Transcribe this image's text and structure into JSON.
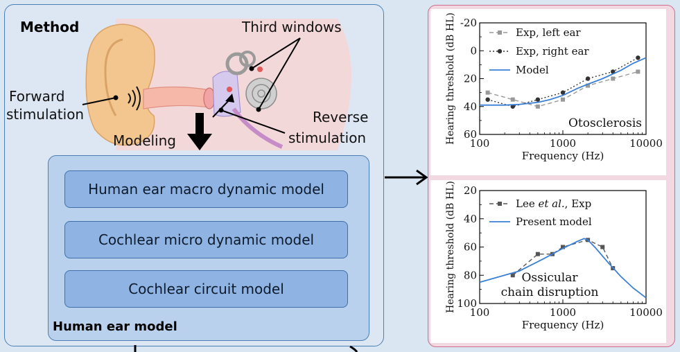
{
  "method": {
    "title": "Method",
    "labels": {
      "third_windows": "Third windows",
      "forward_line1": "Forward",
      "forward_line2": "stimulation",
      "reverse_line1": "Reverse",
      "reverse_line2": "stimulation",
      "modeling": "Modeling"
    },
    "model": {
      "items": [
        "Human ear macro dynamic model",
        "Cochlear micro dynamic model",
        "Cochlear circuit model"
      ],
      "caption": "Human ear model"
    }
  },
  "chart_data": [
    {
      "type": "line",
      "xscale": "log",
      "xlim": [
        100,
        10000
      ],
      "ylim": [
        60,
        -20
      ],
      "xticks": [
        100,
        1000,
        10000
      ],
      "yticks": [
        -20,
        0,
        20,
        40,
        60
      ],
      "xlabel": "Frequency (Hz)",
      "ylabel": "Hearing threshold (dB HL)",
      "annotation": [
        "Otosclerosis"
      ],
      "legend": "top-left",
      "series": [
        {
          "name": "Exp, left ear",
          "style": "dashed",
          "marker": "square",
          "color": "#999999",
          "x": [
            125,
            250,
            500,
            1000,
            2000,
            4000,
            8000
          ],
          "y": [
            30,
            35,
            40,
            35,
            25,
            20,
            15
          ]
        },
        {
          "name": "Exp, right ear",
          "style": "dotted",
          "marker": "circle",
          "color": "#333333",
          "x": [
            125,
            250,
            500,
            1000,
            2000,
            4000,
            8000
          ],
          "y": [
            35,
            40,
            35,
            30,
            20,
            15,
            5
          ]
        },
        {
          "name": "Model",
          "style": "solid",
          "marker": "none",
          "color": "#3a7fd5",
          "x": [
            100,
            200,
            300,
            500,
            700,
            1000,
            1500,
            2000,
            3000,
            5000,
            7000,
            10000
          ],
          "y": [
            39,
            39,
            38.5,
            37,
            35,
            32,
            27,
            24,
            20,
            14,
            9,
            5
          ]
        }
      ]
    },
    {
      "type": "line",
      "xscale": "log",
      "xlim": [
        100,
        10000
      ],
      "ylim": [
        100,
        20
      ],
      "xticks": [
        100,
        1000,
        10000
      ],
      "yticks": [
        20,
        40,
        60,
        80,
        100
      ],
      "xlabel": "Frequency (Hz)",
      "ylabel": "Hearing threshold (dB HL)",
      "annotation": [
        "Ossicular",
        "chain disruption"
      ],
      "legend": "top-left",
      "series": [
        {
          "name_parts": [
            "Lee ",
            "et al.",
            ", Exp"
          ],
          "style": "dashed",
          "marker": "square",
          "color": "#555555",
          "x": [
            250,
            500,
            750,
            1000,
            2000,
            3000,
            4000
          ],
          "y": [
            80,
            65,
            65,
            60,
            55,
            60,
            75
          ]
        },
        {
          "name": "Present model",
          "style": "solid",
          "marker": "none",
          "color": "#3a7fd5",
          "x": [
            100,
            300,
            600,
            1000,
            1500,
            1800,
            2000,
            2500,
            3500,
            5000,
            7000,
            10000
          ],
          "y": [
            85,
            77,
            68,
            61,
            56,
            54,
            55,
            61,
            71,
            81,
            89,
            96
          ]
        }
      ]
    }
  ]
}
